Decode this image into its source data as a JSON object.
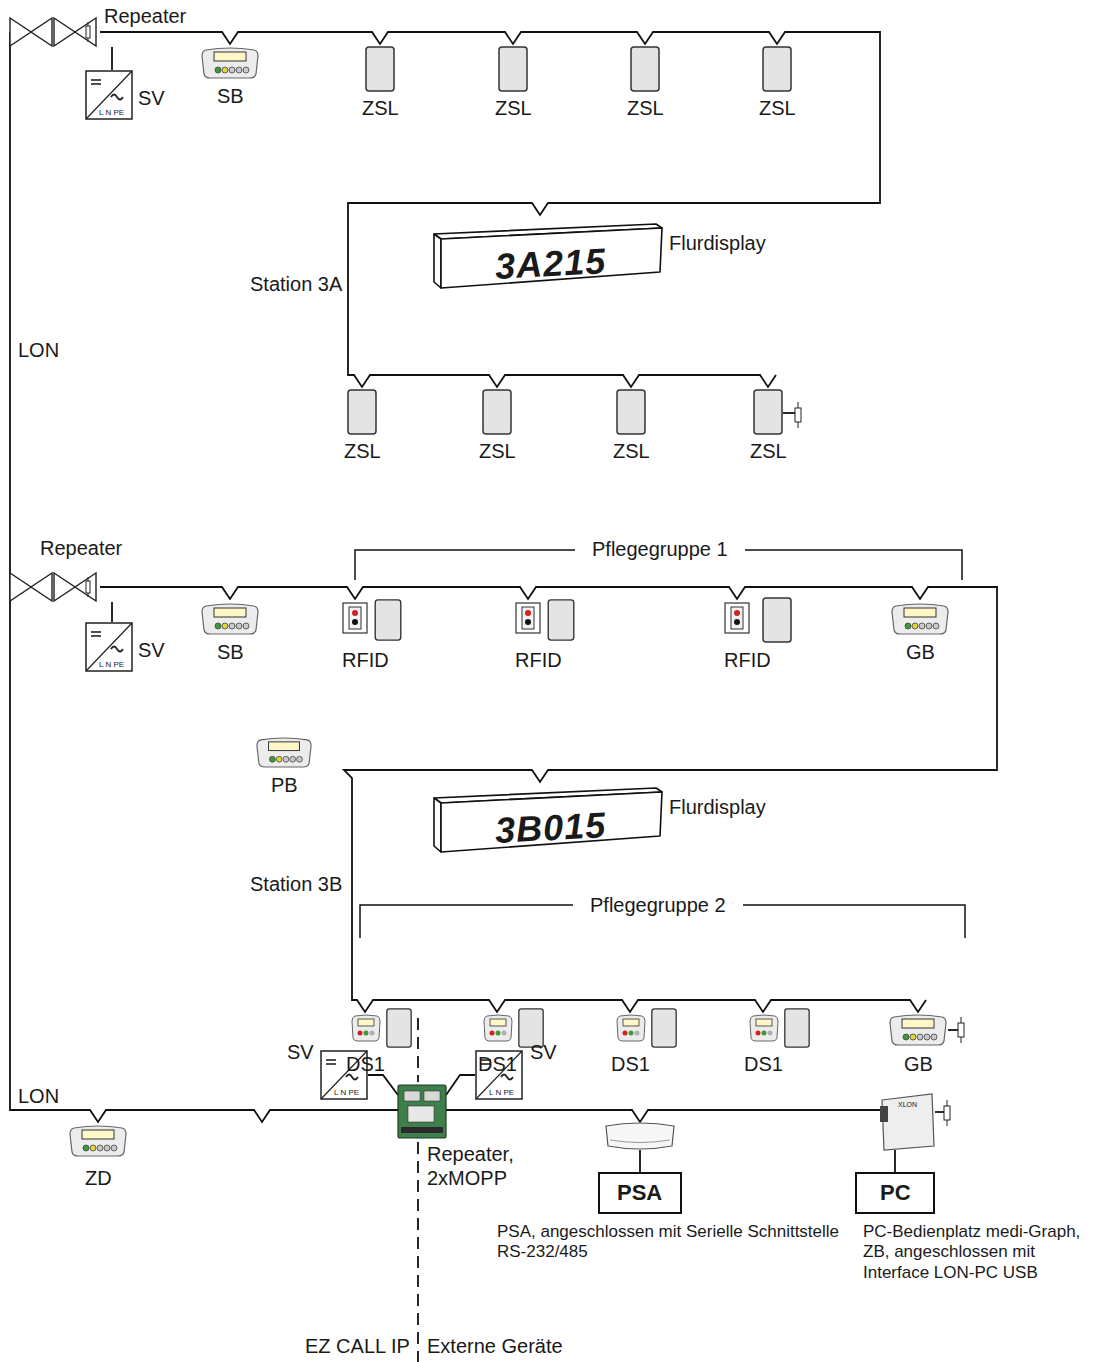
{
  "diagram": {
    "nodes": [
      {
        "text": [
          "3A215",
          "Flurdisplay"
        ]
      },
      {
        "text": [
          "3B015",
          "Flurdisplay"
        ]
      },
      {
        "text": [
          "PSA"
        ]
      },
      {
        "text": [
          "PC"
        ]
      }
    ],
    "labels": [
      "Repeater",
      "SB",
      "ZSL",
      "ZSL",
      "ZSL",
      "ZSL",
      "L N PE",
      "SV",
      "Station 3A",
      "LON",
      "ZSL",
      "ZSL",
      "ZSL",
      "ZSL",
      "Repeater",
      "Pflegegruppe 1",
      "SB",
      "RFID",
      "RFID",
      "RFID",
      "GB",
      "L N PE",
      "SV",
      "PB",
      "Station 3B",
      "Pflegegruppe 2",
      "DS1",
      "DS1",
      "DS1",
      "DS1",
      "GB",
      "SV",
      "L N PE",
      "SV",
      "L N PE",
      "LON",
      "ZD",
      "Repeater, 2xMOPP",
      "PSA, angeschlossen mit Serielle Schnittstelle RS-232/485",
      "PC-Bedienplatz medi-Graph, ZB, angeschlossen mit Interface LON-PC USB",
      "XLON",
      "EZ CALL IP",
      "Externe Geräte"
    ]
  }
}
